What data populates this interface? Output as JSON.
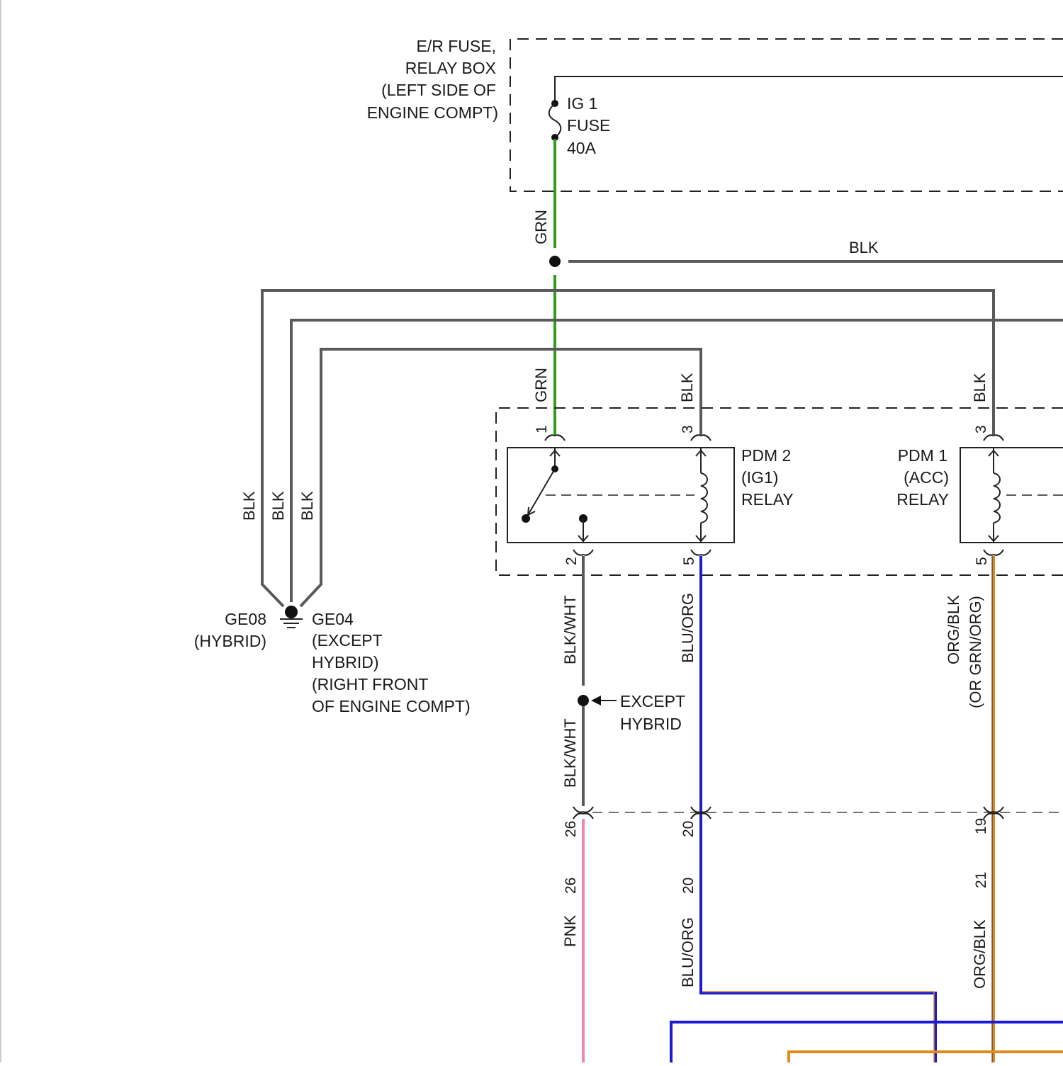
{
  "colors": {
    "grn": "#2e9e1a",
    "blk": "#5a5a5a",
    "blu": "#1a1ad6",
    "org": "#e08a1e",
    "pnk": "#ee8aa8",
    "ink": "#1a1a1a"
  },
  "er_box": {
    "label_lines": [
      "E/R FUSE,",
      "RELAY BOX",
      "(LEFT SIDE OF",
      "ENGINE COMPT)"
    ],
    "fuse_lines": [
      "IG 1",
      "FUSE",
      "40A"
    ]
  },
  "wires": {
    "grn_top": "GRN",
    "grn_relay": "GRN",
    "blk_right": "BLK",
    "blk_pdm2": "BLK",
    "blk_pdm1": "BLK",
    "blk_ground_1": "BLK",
    "blk_ground_2": "BLK",
    "blk_ground_3": "BLK",
    "blkwht_upper": "BLK/WHT",
    "blkwht_lower": "BLK/WHT",
    "bluorg_upper": "BLU/ORG",
    "bluorg_lower": "BLU/ORG",
    "orgblk_upper": "ORG/BLK",
    "orgblk_upper_alt": "(OR GRN/ORG)",
    "orgblk_lower": "ORG/BLK",
    "pnk_lower": "PNK"
  },
  "pdm2": {
    "label_lines": [
      "PDM 2",
      "(IG1)",
      "RELAY"
    ],
    "pins": {
      "p1": "1",
      "p3": "3",
      "p2": "2",
      "p5": "5"
    }
  },
  "pdm1": {
    "label_lines": [
      "PDM 1",
      "(ACC)",
      "RELAY"
    ],
    "pins": {
      "p3": "3",
      "p5": "5"
    }
  },
  "ground": {
    "left_lines": [
      "GE08",
      "(HYBRID)"
    ],
    "right_lines": [
      "GE04",
      "(EXCEPT",
      "HYBRID)",
      "(RIGHT FRONT",
      "OF ENGINE COMPT)"
    ]
  },
  "splice": {
    "label_lines": [
      "EXCEPT",
      "HYBRID"
    ]
  },
  "connector": {
    "upper_pins": {
      "c26": "26",
      "c20": "20",
      "c19": "19"
    },
    "lower_pins": {
      "c26": "26",
      "c20": "20",
      "c21": "21"
    }
  }
}
